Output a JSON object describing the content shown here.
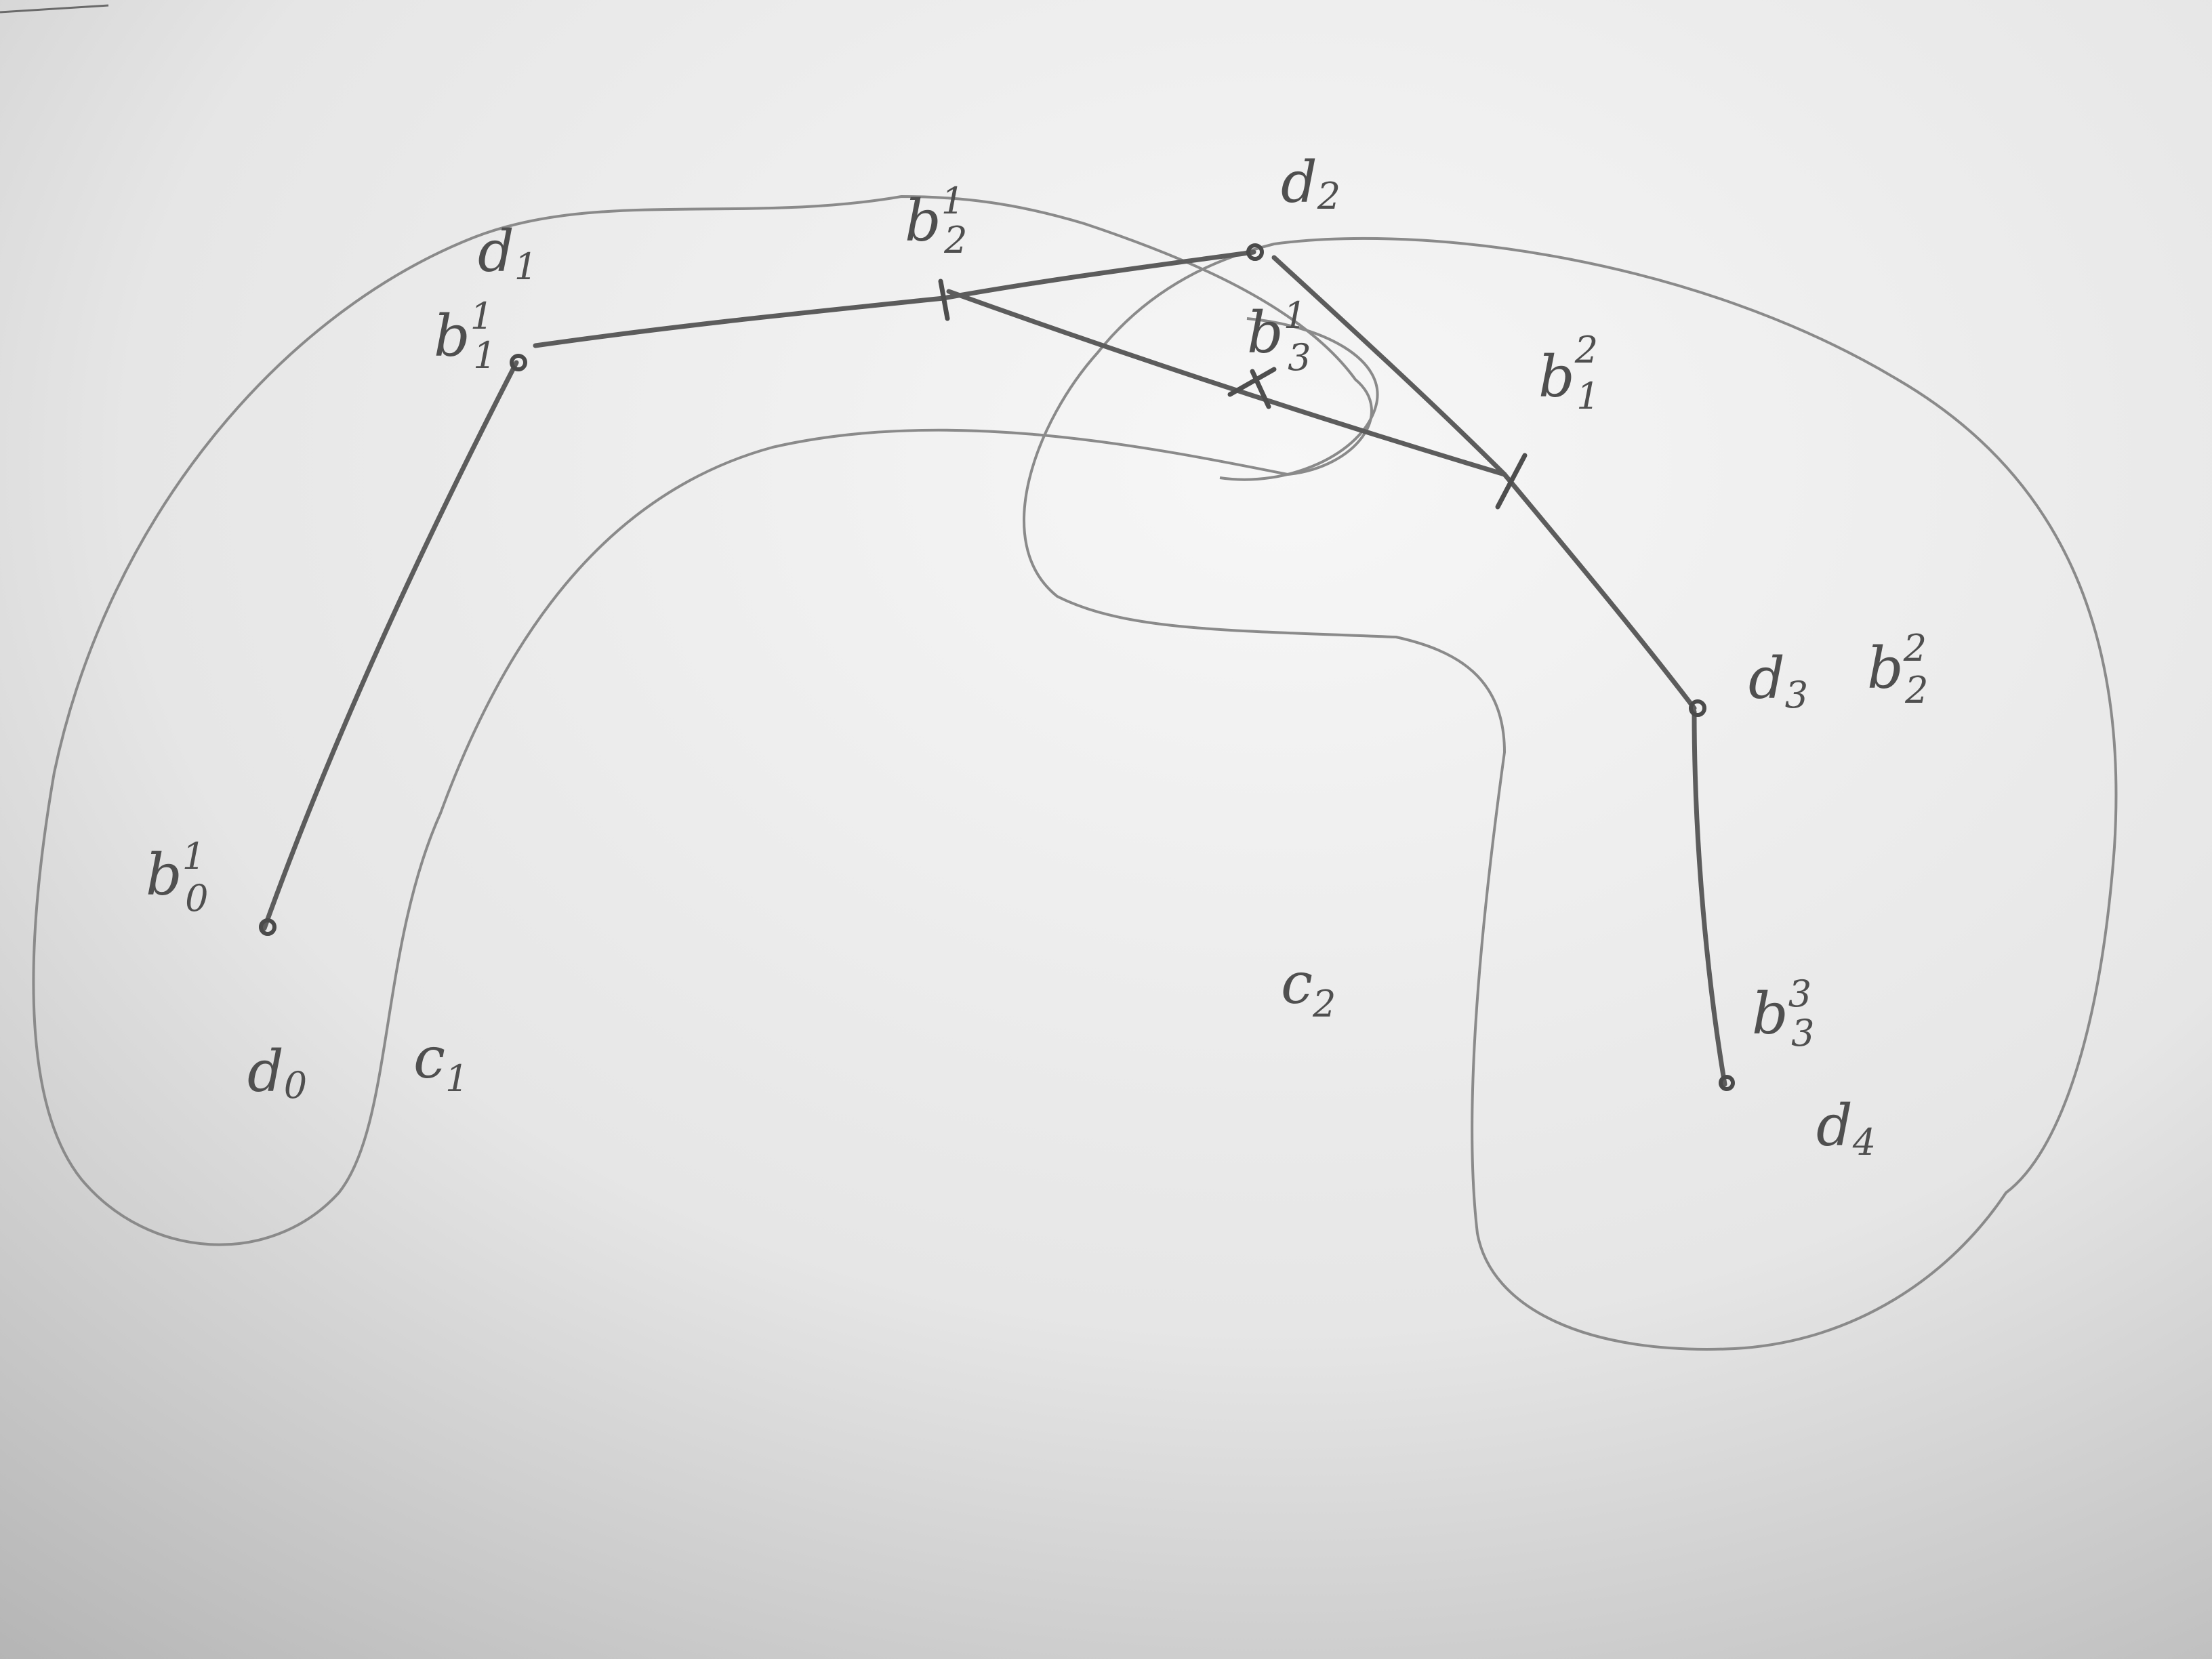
{
  "diagram": {
    "regions": [
      {
        "id": "c1",
        "label_main": "c",
        "label_sub": "1"
      },
      {
        "id": "c2",
        "label_main": "c",
        "label_sub": "2"
      },
      {
        "id": "small-loop",
        "label_main": "",
        "label_sub": ""
      }
    ],
    "points": [
      {
        "id": "d0",
        "main": "d",
        "sub": "0"
      },
      {
        "id": "d1",
        "main": "d",
        "sub": "1"
      },
      {
        "id": "d2",
        "main": "d",
        "sub": "2"
      },
      {
        "id": "d3",
        "main": "d",
        "sub": "3"
      },
      {
        "id": "d4",
        "main": "d",
        "sub": "4"
      },
      {
        "id": "b10",
        "main": "b",
        "sup": "1",
        "sub": "0"
      },
      {
        "id": "b11",
        "main": "b",
        "sup": "1",
        "sub": "1"
      },
      {
        "id": "b12",
        "main": "b",
        "sup": "1",
        "sub": "2"
      },
      {
        "id": "b13",
        "main": "b",
        "sup": "1",
        "sub": "3"
      },
      {
        "id": "b21",
        "main": "b",
        "sup": "2",
        "sub": "1"
      },
      {
        "id": "b22",
        "main": "b",
        "sup": "2",
        "sub": "2"
      },
      {
        "id": "b33",
        "main": "b",
        "sup": "3",
        "sub": "3"
      }
    ],
    "colors": {
      "paper_light": "#f2f2f2",
      "paper_shade": "#b9b9b9",
      "pencil_dark": "#5a5a5a",
      "pencil_light": "#8c8c8c"
    }
  }
}
